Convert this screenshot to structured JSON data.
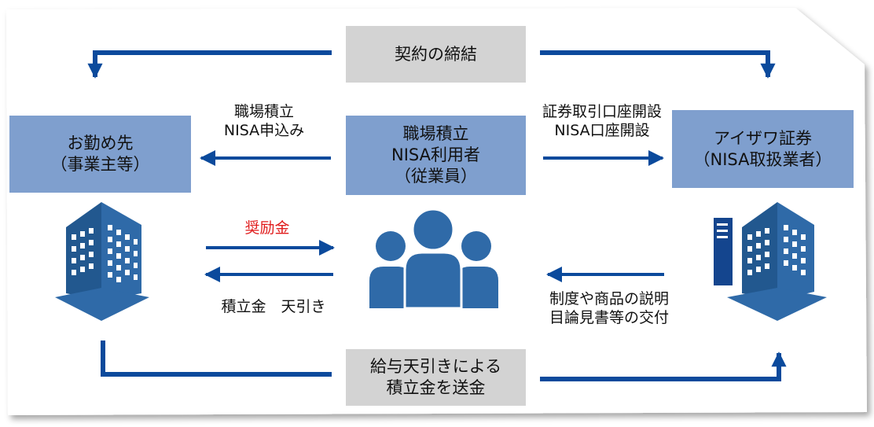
{
  "top_contract": "契約の締結",
  "employer": {
    "line1": "お勤め先",
    "line2": "（事業主等）"
  },
  "user": {
    "line1": "職場積立",
    "line2": "NISA利用者",
    "line3": "（従業員）"
  },
  "securities": {
    "line1": "アイザワ証券",
    "line2": "（NISA取扱業者）"
  },
  "apply_label": {
    "line1": "職場積立",
    "line2": "NISA申込み"
  },
  "account_label": {
    "line1": "証券取引口座開設",
    "line2": "NISA口座開設"
  },
  "incentive_label": "奨励金",
  "deduction_label": "積立金　天引き",
  "explain_label": {
    "line1": "制度や商品の説明",
    "line2": "目論見書等の交付"
  },
  "bottom_transfer": {
    "line1": "給与天引きによる",
    "line2": "積立金を送金"
  },
  "icons": {
    "employer": "office-building-icon",
    "user": "people-group-icon",
    "securities": "building-with-server-icon"
  },
  "colors": {
    "arrow": "#0b4a9c",
    "icon": "#2f6aa8",
    "box_blue": "#7f9fce",
    "box_gray": "#d3d3d3",
    "incentive": "#e01b1b"
  }
}
